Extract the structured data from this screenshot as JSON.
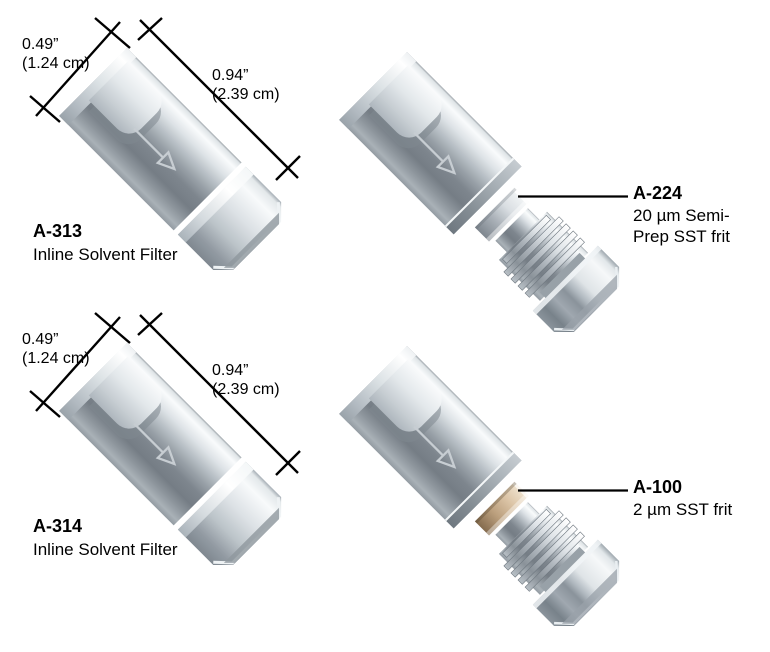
{
  "diagram": {
    "left_filters": [
      {
        "part_number": "A-313",
        "part_name": "Inline Solvent Filter",
        "diameter_in": "0.49”",
        "diameter_metric": "(1.24 cm)",
        "length_in": "0.94”",
        "length_metric": "(2.39 cm)"
      },
      {
        "part_number": "A-314",
        "part_name": "Inline Solvent Filter",
        "diameter_in": "0.49”",
        "diameter_metric": "(1.24 cm)",
        "length_in": "0.94”",
        "length_metric": "(2.39 cm)"
      }
    ],
    "right_exploded": [
      {
        "part_number": "A-224",
        "desc_line1": "20 µm Semi-",
        "desc_line2": "Prep SST frit",
        "frit_color": "#c6ccd1"
      },
      {
        "part_number": "A-100",
        "desc_line1": "2 µm SST frit",
        "desc_line2": "",
        "frit_color": "#c49f7a"
      }
    ]
  },
  "colors": {
    "background": "#ffffff",
    "line": "#000000",
    "text": "#000000"
  }
}
